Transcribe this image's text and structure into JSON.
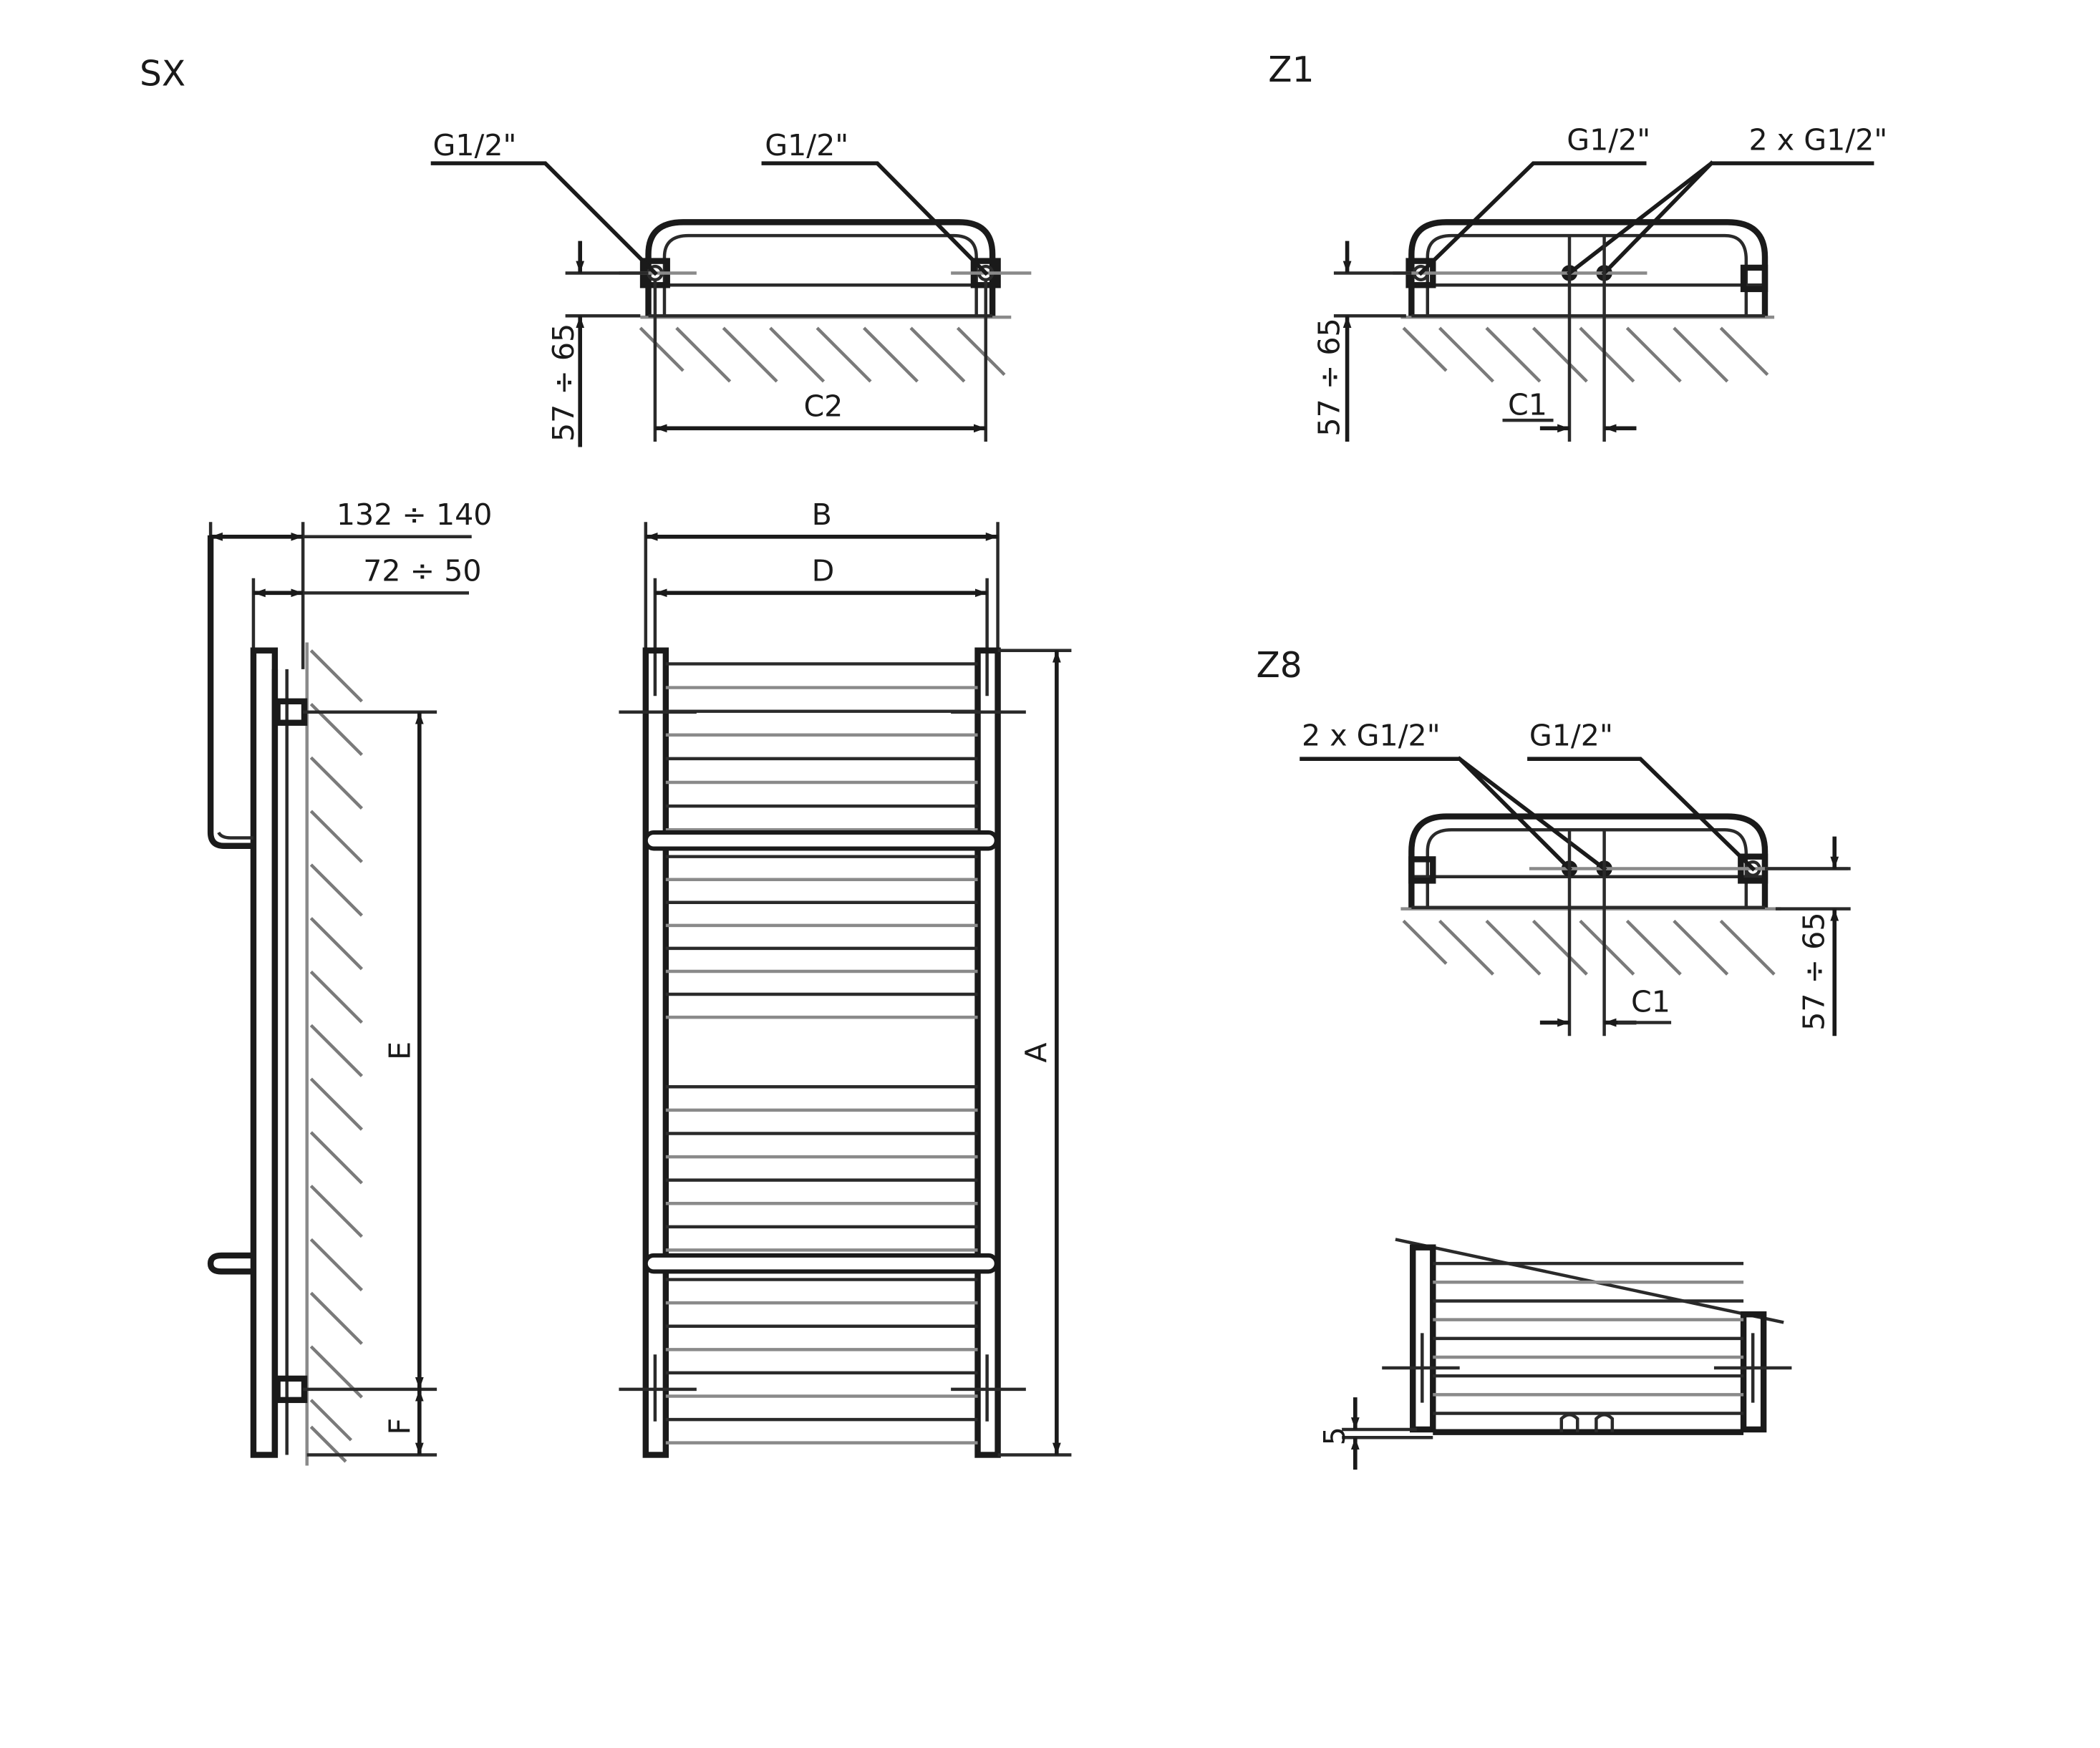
{
  "views": {
    "sx": {
      "title": "SX"
    },
    "z1": {
      "title": "Z1"
    },
    "z8": {
      "title": "Z8"
    }
  },
  "labels": {
    "thread": "G1/2\"",
    "double_thread": "2 x G1/2\"",
    "wall_gap": "57 ÷ 65",
    "c1": "C1",
    "c2": "C2",
    "a": "A",
    "b": "B",
    "d": "D",
    "e": "E",
    "f": "F",
    "depth_total": "132 ÷ 140",
    "depth_wall": "72 ÷ 50",
    "offset": "5"
  }
}
